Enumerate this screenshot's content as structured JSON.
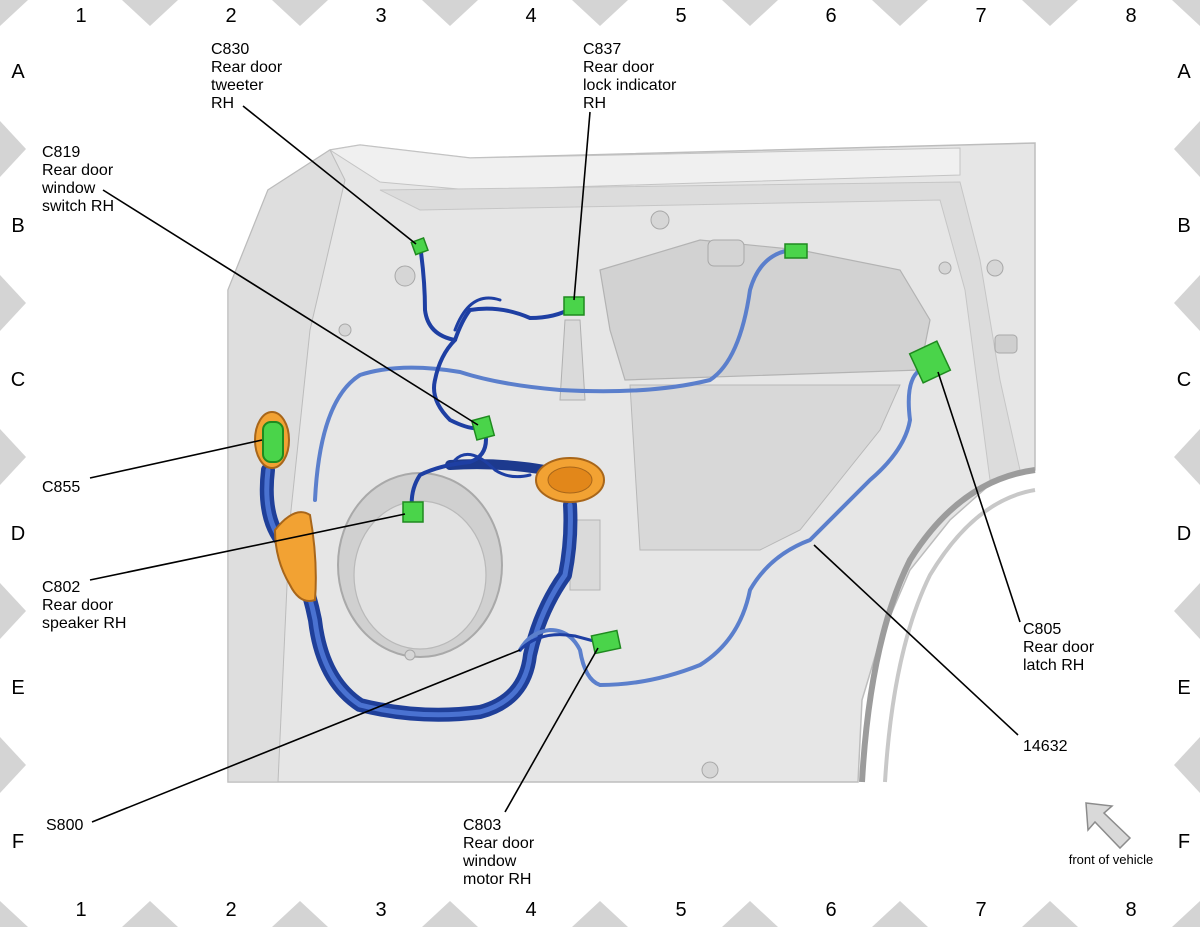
{
  "grid": {
    "columns": [
      "1",
      "2",
      "3",
      "4",
      "5",
      "6",
      "7",
      "8"
    ],
    "rows": [
      "A",
      "B",
      "C",
      "D",
      "E",
      "F"
    ]
  },
  "callouts": {
    "c830": [
      "C830",
      "Rear door",
      "tweeter",
      "RH"
    ],
    "c837": [
      "C837",
      "Rear door",
      "lock indicator",
      "RH"
    ],
    "c819": [
      "C819",
      "Rear door",
      "window",
      "switch RH"
    ],
    "c855": [
      "C855"
    ],
    "c802": [
      "C802",
      "Rear door",
      "speaker RH"
    ],
    "s800": [
      "S800"
    ],
    "c803": [
      "C803",
      "Rear door",
      "window",
      "motor RH"
    ],
    "c805": [
      "C805",
      "Rear door",
      "latch RH"
    ],
    "h14632": [
      "14632"
    ]
  },
  "orientation": {
    "label": "front of vehicle",
    "icon": "front-of-vehicle-arrow-icon"
  },
  "colors": {
    "harness": "#2c4fa8",
    "harness_light": "#5b7fcc",
    "connector": "#4ad44a",
    "grommet": "#f2a233",
    "panel": "#e6e6e6",
    "frame": "#d4d4d4"
  }
}
